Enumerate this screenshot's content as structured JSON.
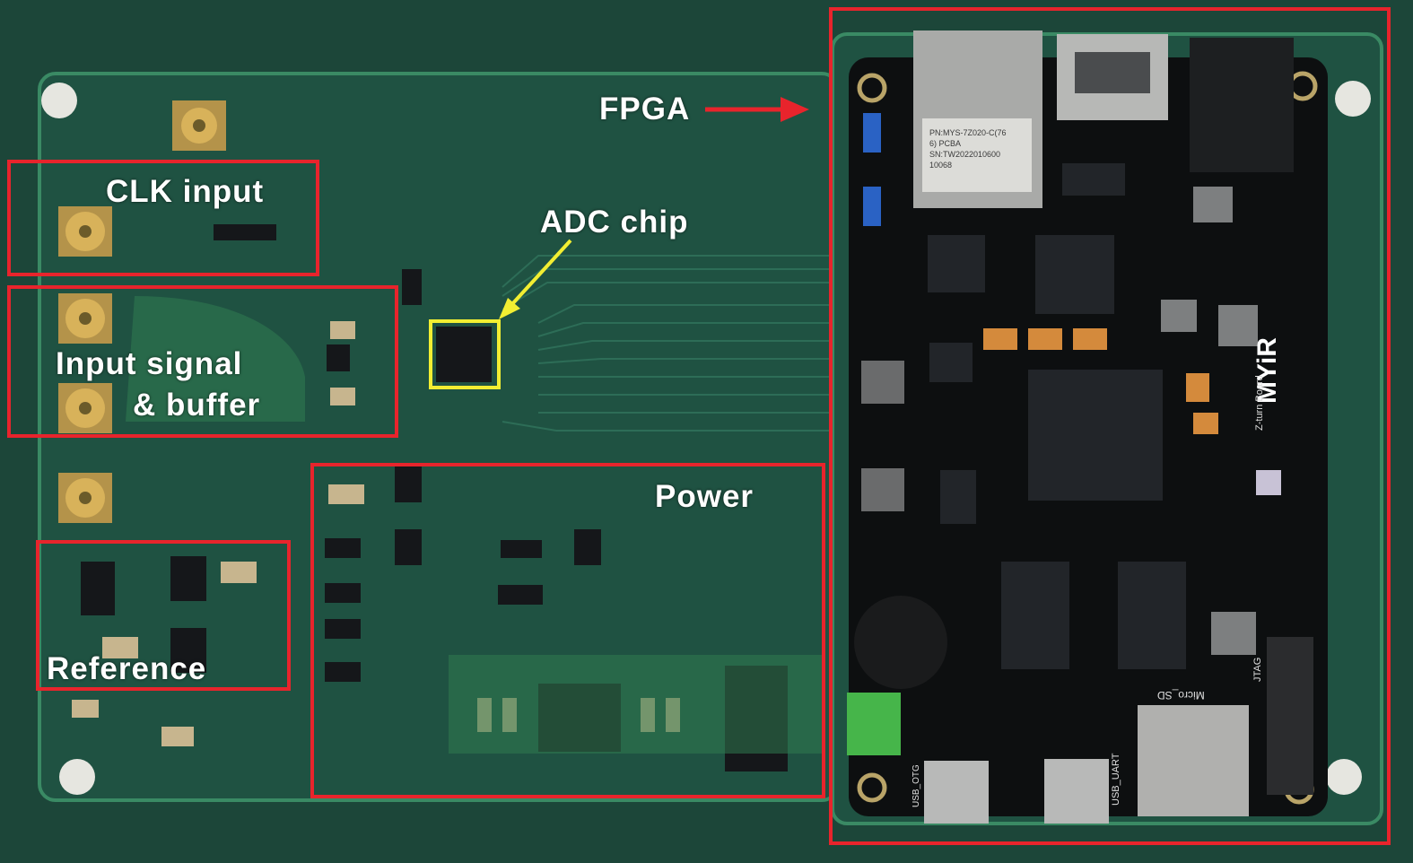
{
  "labels": {
    "clk": "CLK input",
    "input_line1": "Input signal",
    "input_line2": "& buffer",
    "reference": "Reference",
    "adc": "ADC chip",
    "power": "Power",
    "fpga": "FPGA"
  },
  "board_prints": {
    "fpga_sticker": [
      "PN:MYS-7Z020-C(76",
      "6) PCBA",
      "SN:TW2022010600",
      "10068"
    ],
    "brand": "MYiR",
    "board_name": "Z-turn Board",
    "micro_sd": "Micro_SD",
    "usb_uart": "USB_UART",
    "usb_otg": "USB_OTG",
    "jtag": "JTAG"
  },
  "colors": {
    "callout_red": "#e8242c",
    "callout_yellow": "#f2ee32",
    "pcb_green": "#1e4f41",
    "fpga_board": "#0d0f10"
  }
}
